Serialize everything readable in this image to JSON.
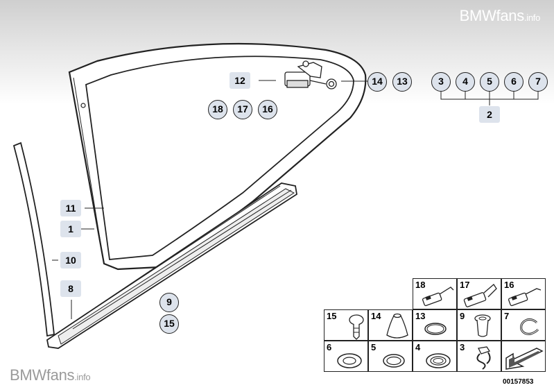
{
  "watermark_top": {
    "brand": "BMWfans",
    "suffix": ".info"
  },
  "watermark_bottom": {
    "brand": "BMWfans",
    "suffix": ".info"
  },
  "reference_number": "00157853",
  "callouts": {
    "c12": "12",
    "c11": "11",
    "c1": "1",
    "c10": "10",
    "c8": "8",
    "c2": "2"
  },
  "circled": {
    "c14": "14",
    "c13": "13",
    "c18": "18",
    "c17": "17",
    "c16": "16",
    "c3": "3",
    "c4": "4",
    "c5": "5",
    "c6": "6",
    "c7": "7",
    "c9": "9",
    "c15": "15"
  },
  "legend": {
    "p18": "18",
    "p17": "17",
    "p16": "16",
    "p15": "15",
    "p14": "14",
    "p13": "13",
    "p9": "9",
    "p7": "7",
    "p6": "6",
    "p5": "5",
    "p4": "4",
    "p3": "3"
  }
}
